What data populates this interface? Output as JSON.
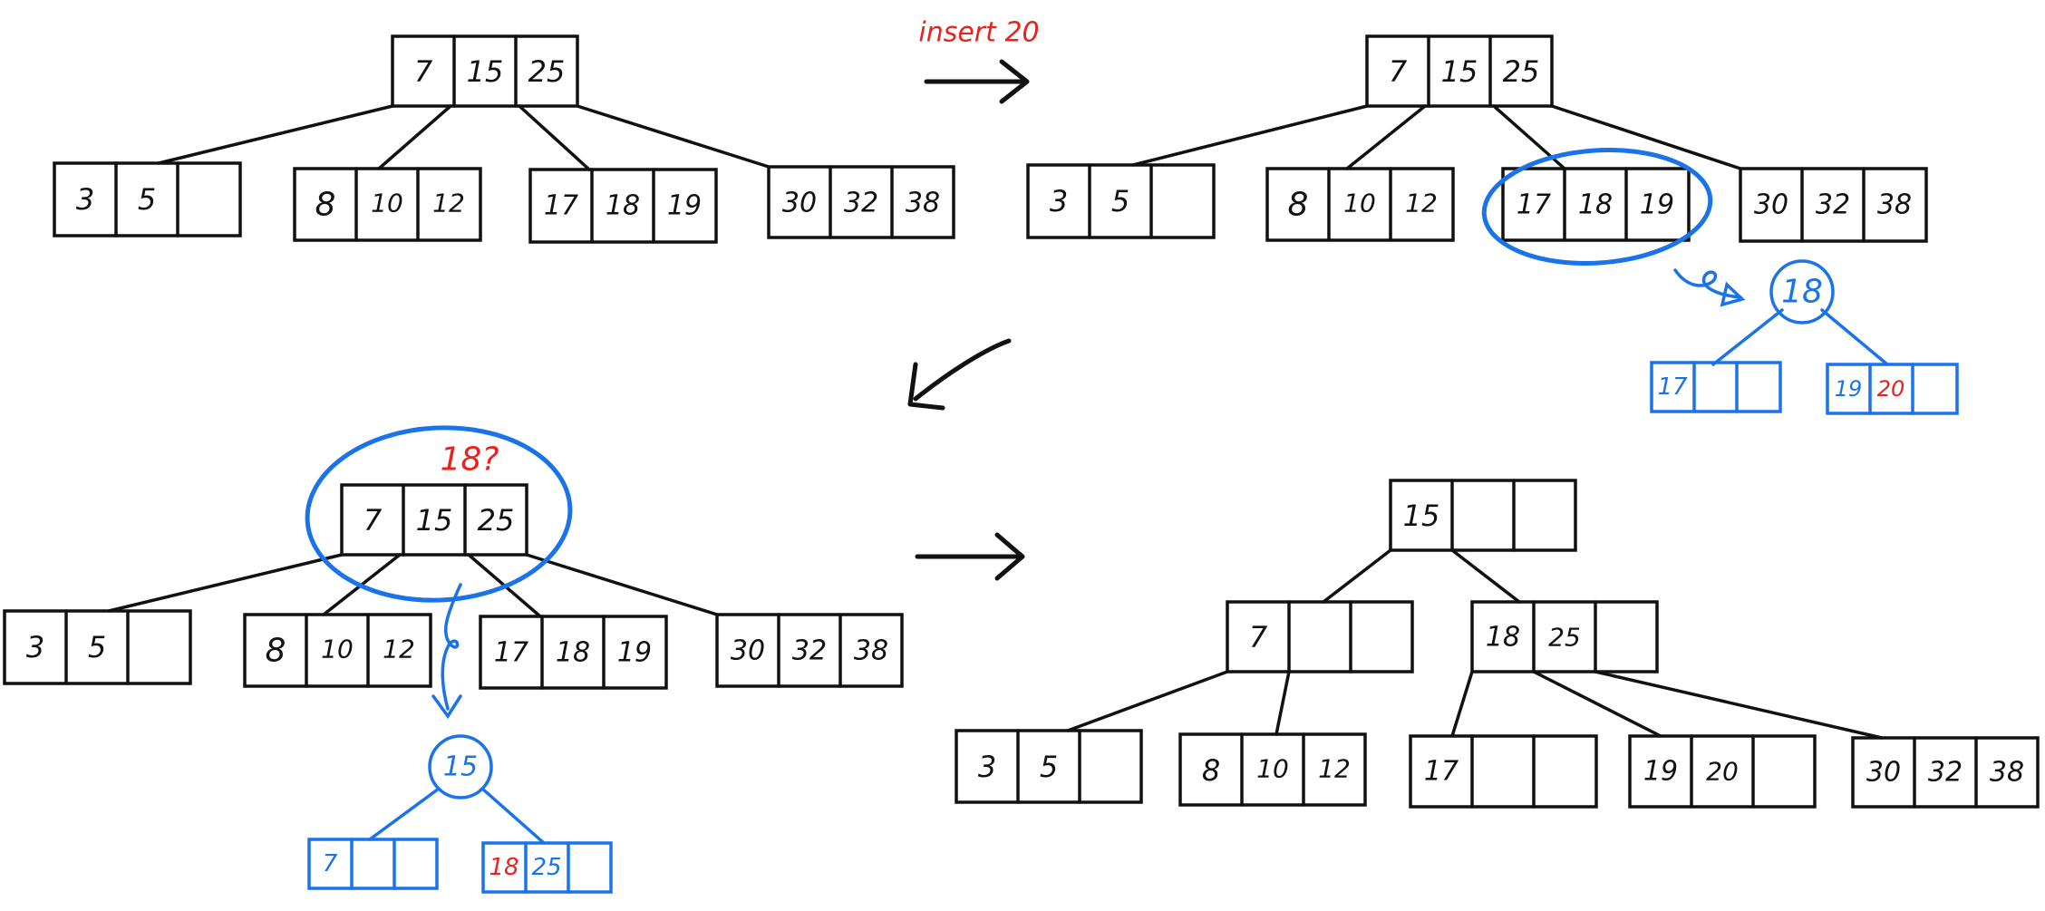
{
  "annotations": {
    "insert_label": "insert 20",
    "question_label": "18?"
  },
  "colors": {
    "ink": "#111111",
    "highlight_blue": "#1a73e8",
    "note_red": "#e8231f"
  },
  "step1_tree": {
    "root": [
      "7",
      "15",
      "25"
    ],
    "leaves": [
      [
        "3",
        "5",
        ""
      ],
      [
        "8",
        "10",
        "12"
      ],
      [
        "17",
        "18",
        "19"
      ],
      [
        "30",
        "32",
        "38"
      ]
    ]
  },
  "step2_tree": {
    "root": [
      "7",
      "15",
      "25"
    ],
    "leaves": [
      [
        "3",
        "5",
        ""
      ],
      [
        "8",
        "10",
        "12"
      ],
      [
        "17",
        "18",
        "19"
      ],
      [
        "30",
        "32",
        "38"
      ]
    ],
    "split": {
      "parent": "18",
      "left": [
        "17",
        "",
        ""
      ],
      "right": [
        "19",
        "20",
        ""
      ]
    }
  },
  "step3_tree": {
    "root": [
      "7",
      "15",
      "25"
    ],
    "leaves": [
      [
        "3",
        "5",
        ""
      ],
      [
        "8",
        "10",
        "12"
      ],
      [
        "17",
        "18",
        "19"
      ],
      [
        "30",
        "32",
        "38"
      ]
    ],
    "split": {
      "parent": "15",
      "left": [
        "7",
        "",
        ""
      ],
      "right": [
        "18",
        "25",
        ""
      ]
    }
  },
  "final_tree": {
    "root": [
      "15",
      "",
      ""
    ],
    "internal": [
      [
        "7",
        "",
        ""
      ],
      [
        "18",
        "25",
        ""
      ]
    ],
    "leaves": [
      [
        "3",
        "5",
        ""
      ],
      [
        "8",
        "10",
        "12"
      ],
      [
        "17",
        "",
        ""
      ],
      [
        "19",
        "20",
        ""
      ],
      [
        "30",
        "32",
        "38"
      ]
    ]
  }
}
